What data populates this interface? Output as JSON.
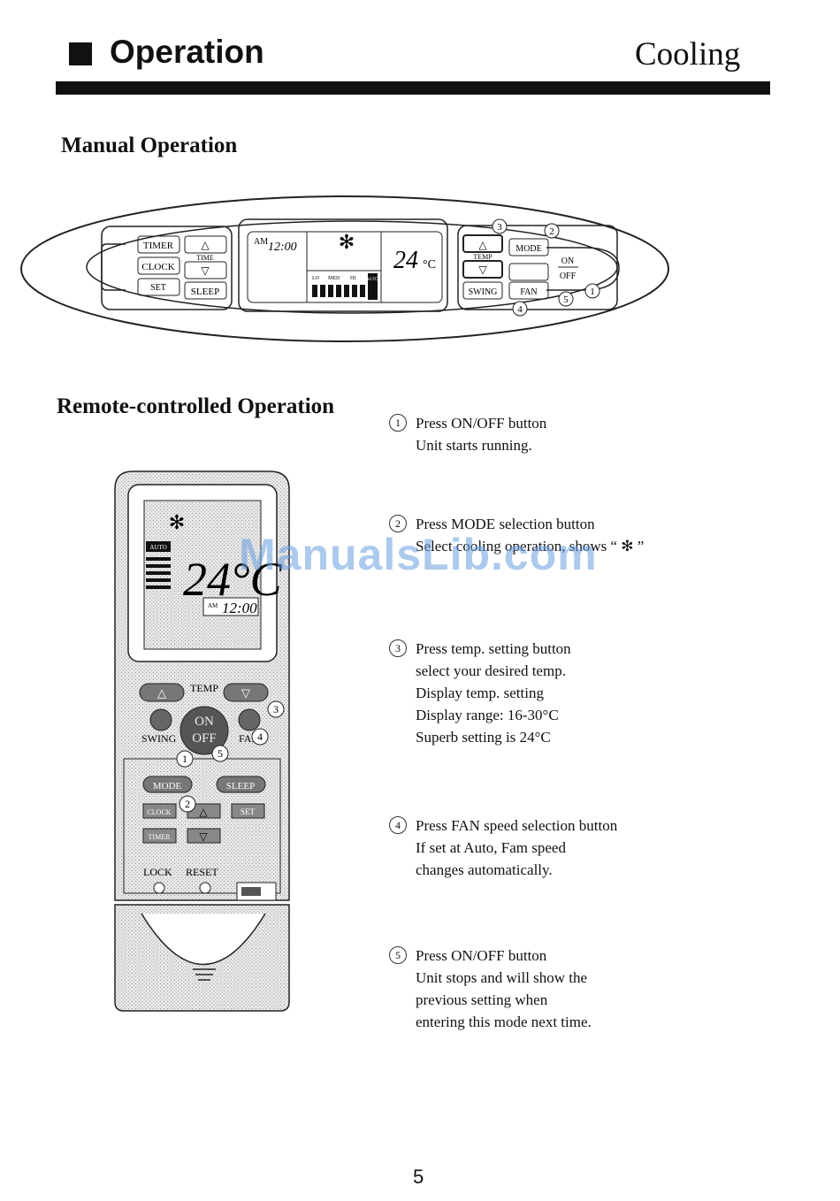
{
  "header": {
    "title": "Operation",
    "subtitle": "Cooling"
  },
  "manual": {
    "heading": "Manual Operation",
    "panel": {
      "timer": "TIMER",
      "clock": "CLOCK",
      "set": "SET",
      "sleep": "SLEEP",
      "time": "TIME",
      "up": "△",
      "down": "▽",
      "display_am": "AM",
      "display_clock": "12:00",
      "display_temp": "24",
      "display_unit": "°C",
      "mode_icon": "snowflake-icon",
      "snow": "✻",
      "lo": "LO",
      "med": "MED",
      "hi": "HI",
      "auto": "AUTO",
      "temp": "TEMP",
      "mode": "MODE",
      "swing": "SWING",
      "fan": "FAN",
      "on": "ON",
      "off": "OFF",
      "callouts": [
        "1",
        "2",
        "3",
        "4",
        "5"
      ]
    }
  },
  "remote": {
    "heading": "Remote-controlled Operation",
    "display_temp": "24°C",
    "display_am": "AM",
    "display_clock": "12:00",
    "auto": "AUTO",
    "temp": "TEMP",
    "swing": "SWING",
    "fan": "FAN",
    "on": "ON",
    "off": "OFF",
    "mode": "MODE",
    "sleep": "SLEEP",
    "clock": "CLOCK",
    "set": "SET",
    "timer": "TIMER",
    "lock": "LOCK",
    "reset": "RESET",
    "snow": "✻",
    "up": "△",
    "down": "▽",
    "callouts": [
      "1",
      "2",
      "3",
      "4",
      "5"
    ]
  },
  "steps": [
    {
      "num": "1",
      "title": "Press ON/OFF button",
      "lines": [
        "Unit starts running."
      ]
    },
    {
      "num": "2",
      "title": "Press MODE selection button",
      "lines": [
        "Select cooling operation, shows “ ✻ ”"
      ]
    },
    {
      "num": "3",
      "title": "Press temp. setting button",
      "lines": [
        "select your desired temp.",
        "Display temp. setting",
        "Display range: 16-30°C",
        "Superb setting is 24°C"
      ]
    },
    {
      "num": "4",
      "title": "Press FAN  speed selection button",
      "lines": [
        "If set at Auto, Fam speed",
        "changes automatically."
      ]
    },
    {
      "num": "5",
      "title": "Press ON/OFF button",
      "lines": [
        "Unit stops and will show the",
        "previous setting when",
        "entering this mode next time."
      ]
    }
  ],
  "watermark": "ManualsLib.com",
  "page_number": "5"
}
